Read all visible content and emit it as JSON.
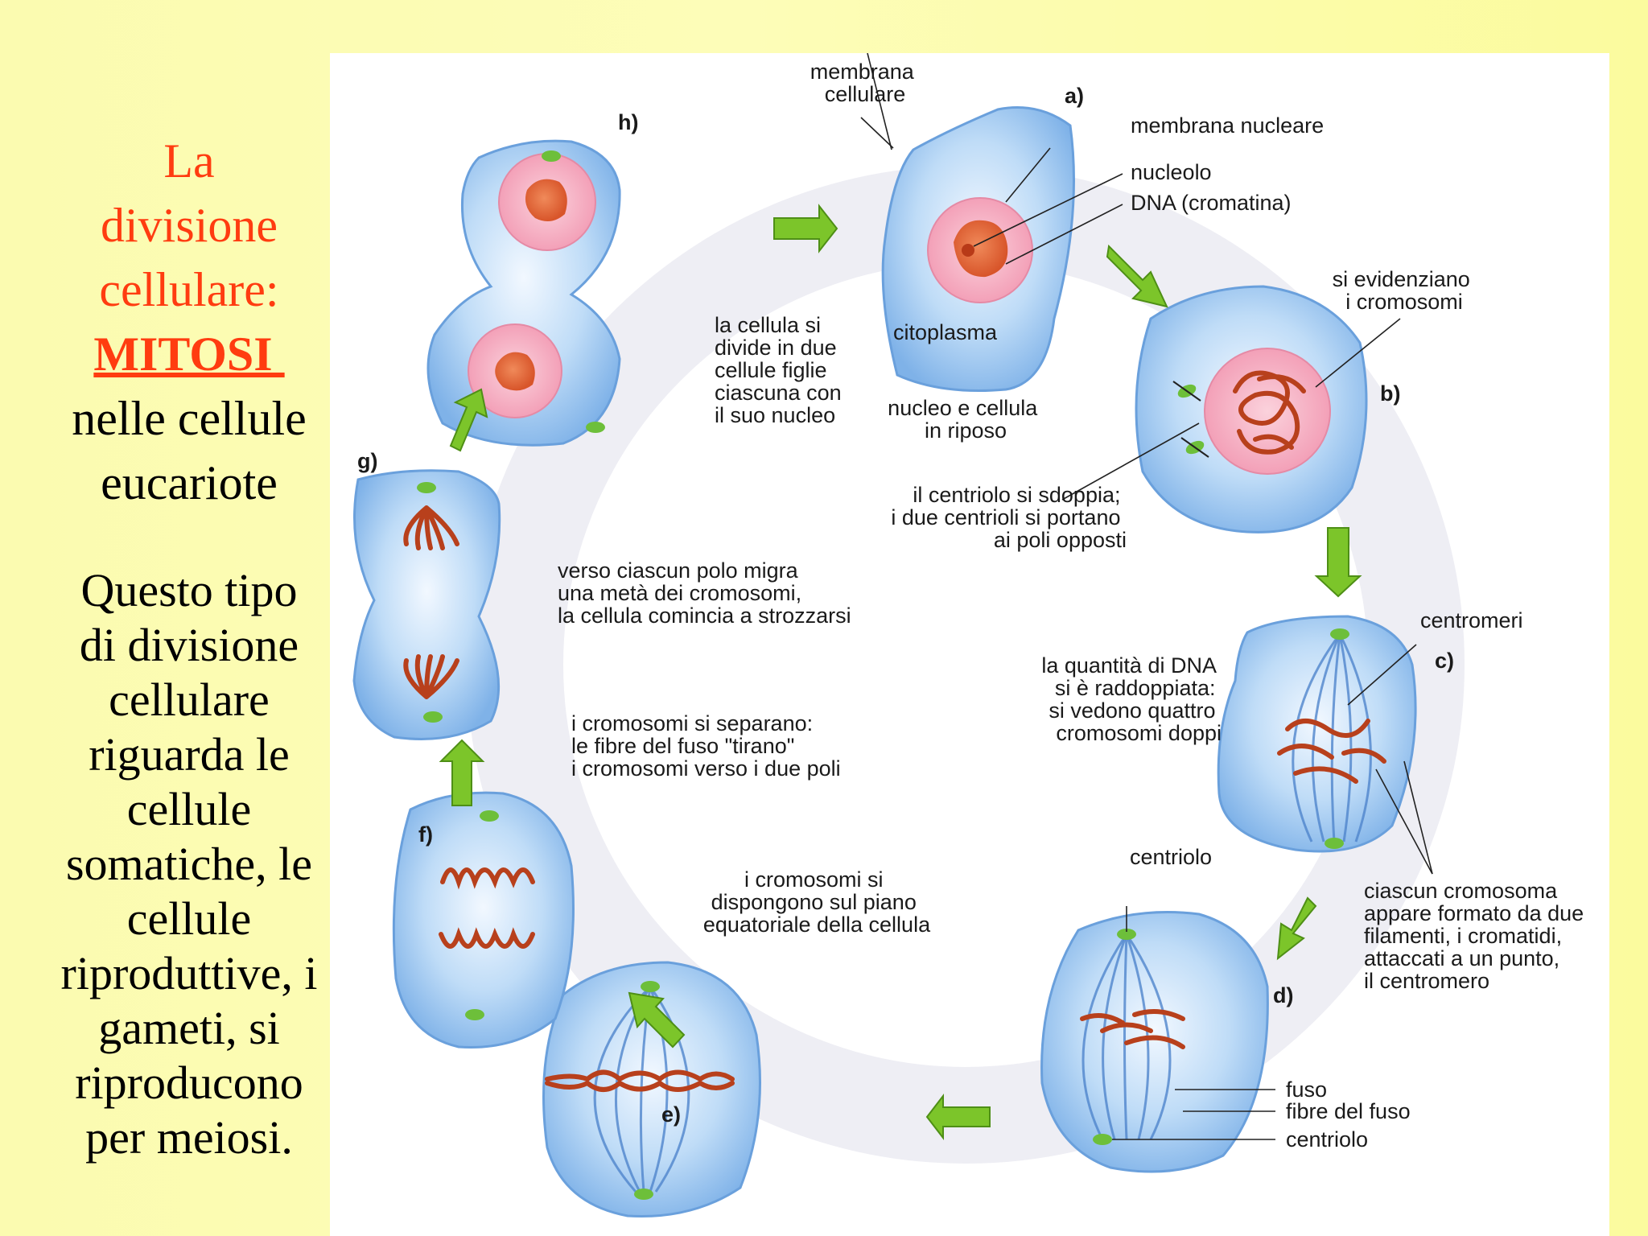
{
  "slide": {
    "title_lines": [
      "La",
      "divisione",
      "cellulare:"
    ],
    "title_emphasis": "MITOSI ",
    "subtitle_lines": [
      "nelle cellule",
      "eucariote"
    ],
    "description_lines": [
      "Questo tipo",
      "di divisione",
      "cellulare",
      "riguarda le",
      "cellule",
      "somatiche, le",
      "cellule",
      "riproduttive, i",
      "gameti, si",
      "riproducono",
      "per meiosi."
    ]
  },
  "colors": {
    "title_red": "#ff3c10",
    "background_yellow": "#fbfbb0",
    "cell_blue": "#8fc0ee",
    "nucleus_pink": "#f5a9bf",
    "chromosome_red": "#b8401c",
    "arrow_green": "#7cc52a"
  },
  "diagram": {
    "stage_labels": {
      "a": "a)",
      "b": "b)",
      "c": "c)",
      "d": "d)",
      "e": "e)",
      "f": "f)",
      "g": "g)",
      "h": "h)"
    },
    "labels": {
      "membrana_cellulare": [
        "membrana",
        "cellulare"
      ],
      "membrana_nucleare": "membrana nucleare",
      "nucleolo": "nucleolo",
      "dna": "DNA (cromatina)",
      "citoplasma": "citoplasma",
      "riposo": [
        "nucleo e cellula",
        "in riposo"
      ],
      "si_evidenziano": [
        "si evidenziano",
        "i cromosomi"
      ],
      "centriolo_sdoppia": [
        "il centriolo si sdoppia;",
        "i due centrioli si portano",
        "ai poli opposti"
      ],
      "centromeri": "centromeri",
      "quantita_dna": [
        "la quantità di DNA",
        "si è raddoppiata:",
        "si vedono quattro",
        "cromosomi doppi"
      ],
      "ciascun_cromosoma": [
        "ciascun cromosoma",
        "appare formato da due",
        "filamenti, i cromatidi,",
        "attaccati a un punto,",
        "il centromero"
      ],
      "centriolo_top": "centriolo",
      "fuso": "fuso",
      "fibre_fuso": "fibre del fuso",
      "centriolo_bottom": "centriolo",
      "piano_equatoriale": [
        "i cromosomi si",
        "dispongono sul piano",
        "equatoriale della cellula"
      ],
      "si_separano": [
        "i cromosomi si separano:",
        "le fibre del fuso \"tirano\"",
        "i cromosomi verso i due poli"
      ],
      "polo_migra": [
        "verso ciascun polo migra",
        "una metà dei cromosomi,",
        "la cellula comincia a strozzarsi"
      ],
      "cellula_divide": [
        "la cellula si",
        "divide in due",
        "cellule figlie",
        "ciascuna con",
        "il suo nucleo"
      ]
    }
  }
}
